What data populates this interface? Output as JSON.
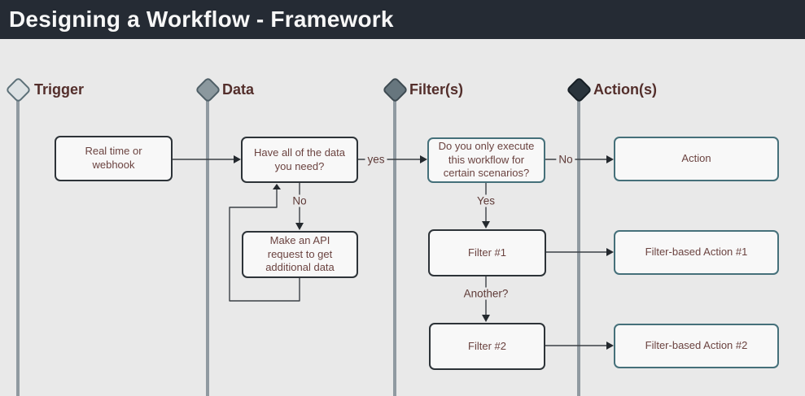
{
  "title": "Designing a Workflow - Framework",
  "lanes": [
    {
      "id": "trigger",
      "label": "Trigger"
    },
    {
      "id": "data",
      "label": "Data"
    },
    {
      "id": "filters",
      "label": "Filter(s)"
    },
    {
      "id": "actions",
      "label": "Action(s)"
    }
  ],
  "nodes": {
    "realtime": {
      "label": "Real time or webhook"
    },
    "have_all_data": {
      "label": "Have all of the data you need?"
    },
    "api_request": {
      "label": "Make an API request to get additional data"
    },
    "only_execute": {
      "label": "Do you only execute this workflow for certain scenarios?"
    },
    "action": {
      "label": "Action"
    },
    "filter1": {
      "label": "Filter #1"
    },
    "filter_action1": {
      "label": "Filter-based Action #1"
    },
    "filter2": {
      "label": "Filter #2"
    },
    "filter_action2": {
      "label": "Filter-based Action #2"
    }
  },
  "edge_labels": {
    "yes_to_filters": "yes",
    "no_to_action": "No",
    "no_to_api": "No",
    "yes_to_filter1": "Yes",
    "another_filter": "Another?"
  },
  "colors": {
    "title_bar": "#252b34",
    "title_text": "#f7f7f7",
    "background": "#e9e9e9",
    "lane_line": "#909aa1",
    "heading_text": "#532e2b",
    "node_fill": "#f8f8f8",
    "node_border_dark": "#2d3338",
    "node_border_teal": "#45707a",
    "node_text": "#6b4340",
    "connector": "#3b4045",
    "diamond_trigger": "#dde2e4",
    "diamond_data": "#8b989e",
    "diamond_filters": "#67767e",
    "diamond_actions": "#2a343c"
  }
}
